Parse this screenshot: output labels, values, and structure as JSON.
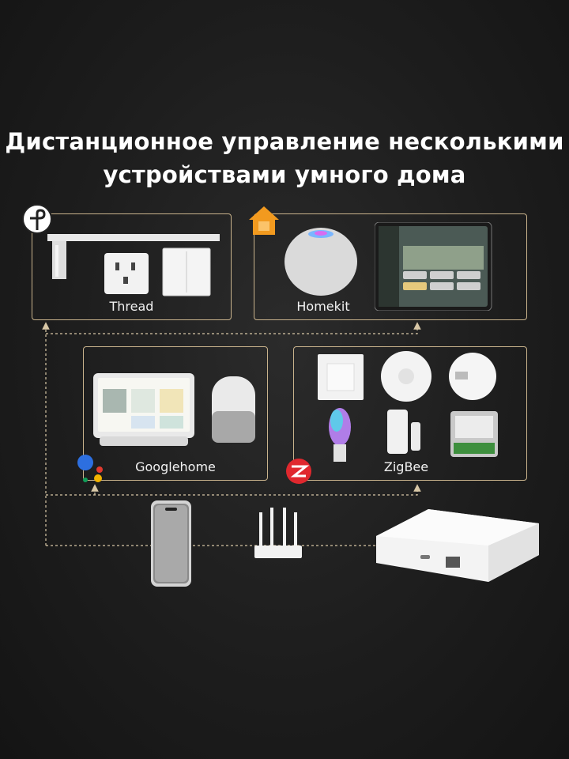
{
  "title": {
    "line1": "Дистанционное управление несколькими",
    "line2": "устройствами умного дома"
  },
  "ecosystems": {
    "thread": {
      "label": "Thread",
      "icon": "thread-logo-icon"
    },
    "homekit": {
      "label": "Homekit",
      "icon": "homekit-house-icon"
    },
    "googlehome": {
      "label": "Googlehome",
      "icon": "google-assistant-icon"
    },
    "zigbee": {
      "label": "ZigBee",
      "icon": "zigbee-logo-icon"
    }
  },
  "colors": {
    "background": "#202020",
    "card_border": "#c9b38c",
    "connector_line": "#d8c7a6",
    "homekit_orange": "#f29a1f",
    "zigbee_red": "#e0282e"
  }
}
